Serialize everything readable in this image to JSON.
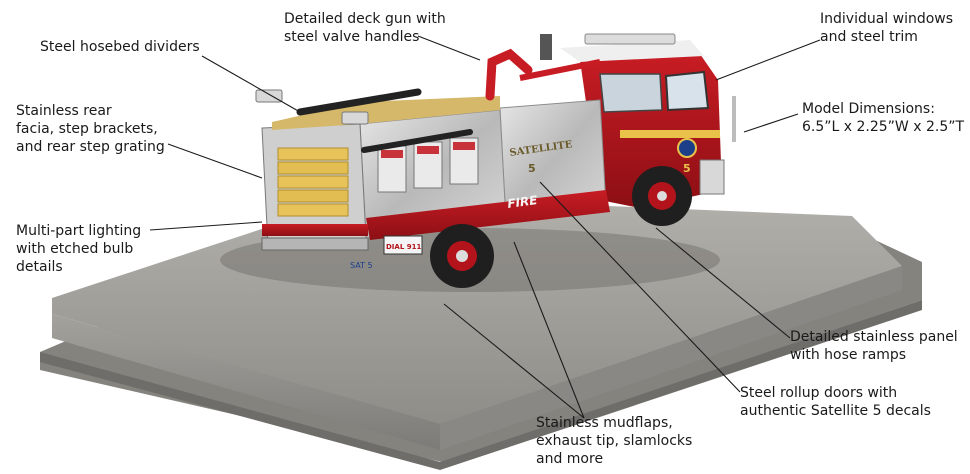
{
  "callouts": {
    "hosebed_dividers": [
      "Steel hosebed dividers"
    ],
    "rear_facia": [
      "Stainless rear",
      "facia, step brackets,",
      "and rear step grating"
    ],
    "lighting": [
      "Multi-part lighting",
      "with etched bulb",
      "details"
    ],
    "deck_gun": [
      "Detailed deck gun with",
      "steel valve handles"
    ],
    "windows": [
      "Individual windows",
      "and steel trim"
    ],
    "dimensions": [
      "Model Dimensions:",
      "6.5”L x 2.25”W x 2.5”T"
    ],
    "panel": [
      "Detailed stainless panel",
      "with hose ramps"
    ],
    "rollup_doors": [
      "Steel rollup doors with",
      "authentic Satellite 5 decals"
    ],
    "mudflaps": [
      "Stainless mudflaps,",
      "exhaust tip, slamlocks",
      "and more"
    ]
  },
  "truck_markings": {
    "side_decal": "SATELLITE",
    "unit_number": "5",
    "side_word": "FIRE",
    "rear_plate": "SAT 5",
    "rear_placard": "DIAL 911"
  },
  "colors": {
    "body_red": "#b3141b",
    "chrome": "#c9c9c9",
    "base_gray": "#9a9893",
    "text": "#1a1a1a"
  }
}
